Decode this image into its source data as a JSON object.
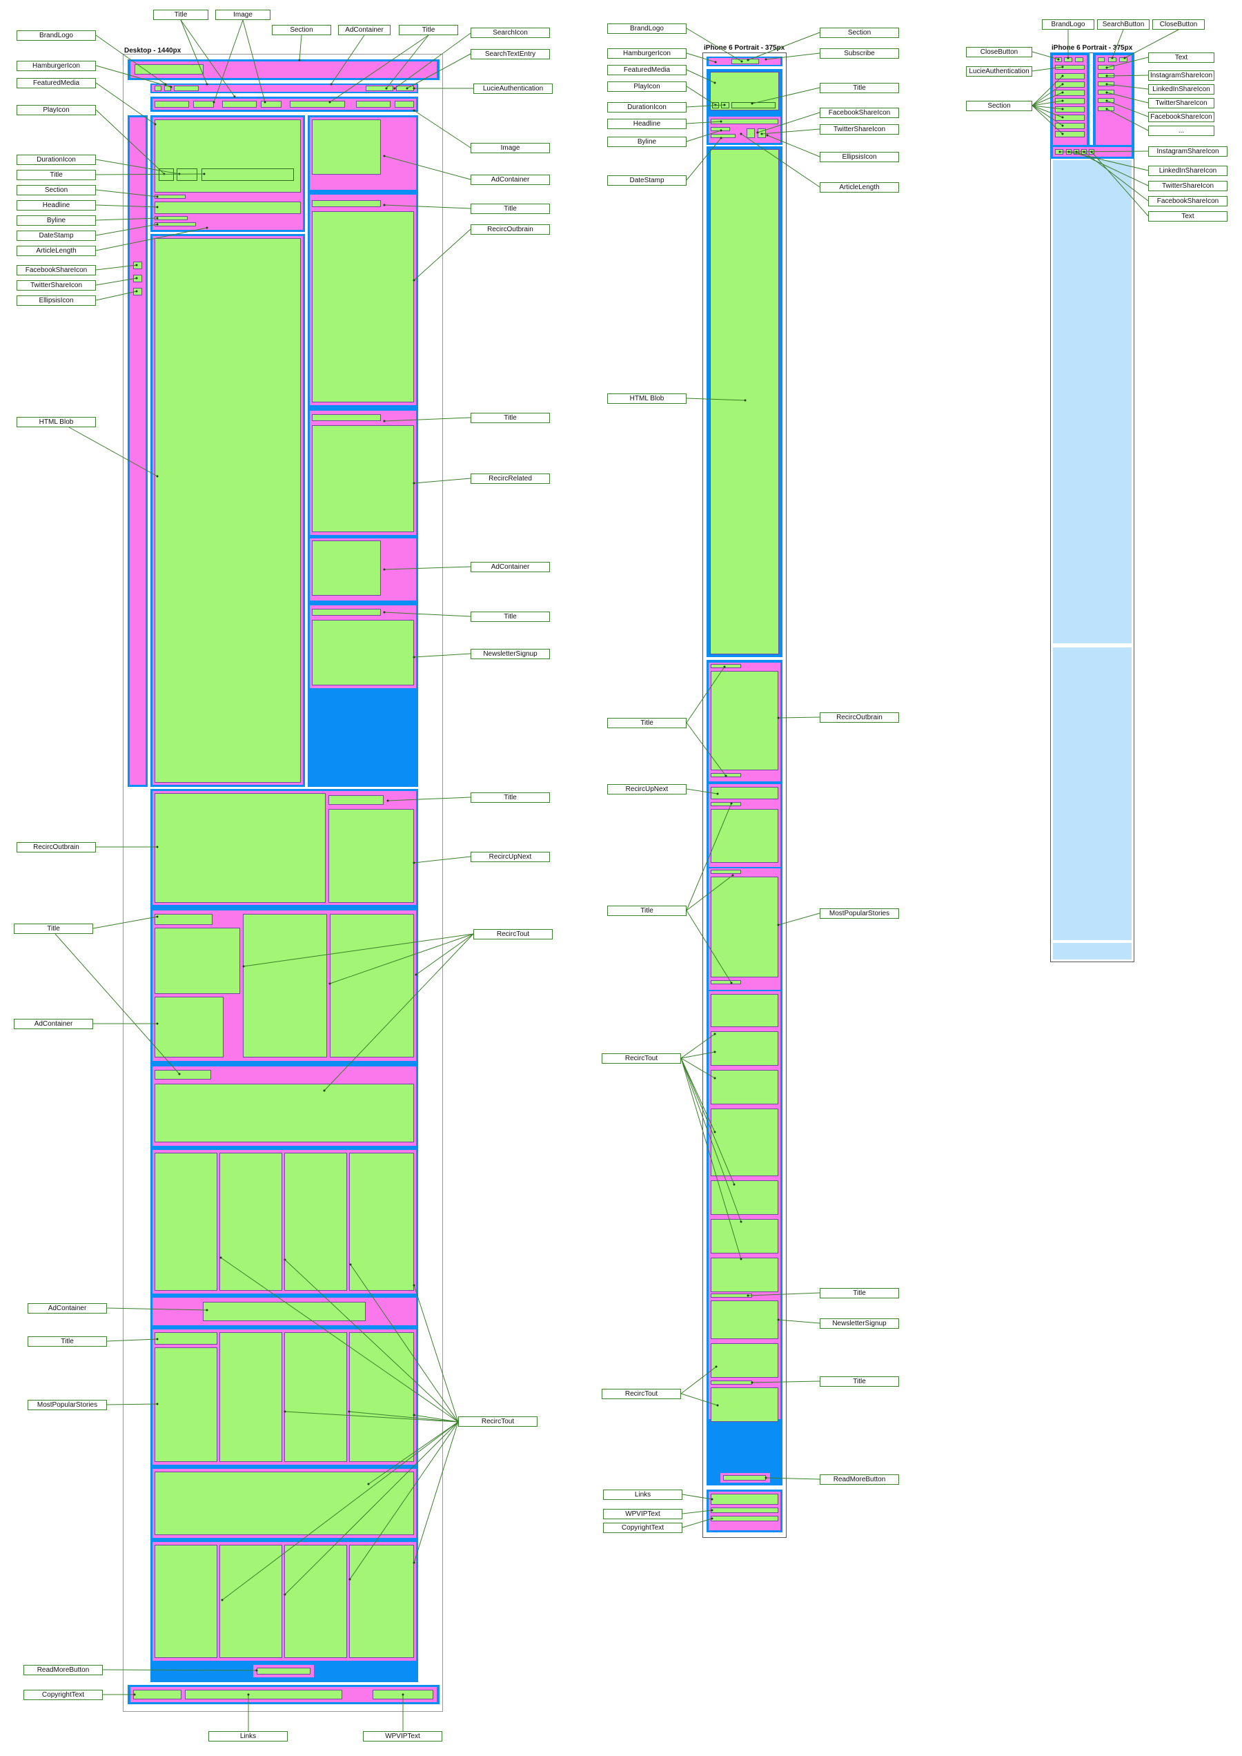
{
  "frames": {
    "desktop_title": "Desktop - 1440px",
    "mobile_title": "iPhone 6 Portrait - 375px",
    "menu_title": "iPhone 6 Portrait - 375px"
  },
  "desktop_labels_left": [
    "BrandLogo",
    "HamburgerIcon",
    "FeaturedMedia",
    "PlayIcon",
    "DurationIcon",
    "Title",
    "Section",
    "Headline",
    "Byline",
    "DateStamp",
    "ArticleLength",
    "FacebookShareIcon",
    "TwitterShareIcon",
    "EllipsisIcon",
    "HTML Blob",
    "RecircOutbrain",
    "Title",
    "AdContainer",
    "AdContainer",
    "Title",
    "MostPopularStories",
    "ReadMoreButton",
    "CopyrightText"
  ],
  "desktop_labels_top": [
    "Title",
    "Image",
    "Section",
    "AdContainer",
    "Title"
  ],
  "desktop_labels_right": [
    "SearchIcon",
    "SearchTextEntry",
    "LucieAuthentication",
    "Image",
    "AdContainer",
    "Title",
    "RecircOutbrain",
    "Title",
    "RecircRelated",
    "AdContainer",
    "Title",
    "NewsletterSignup",
    "Title",
    "RecircUpNext",
    "RecircTout",
    "RecircTout"
  ],
  "desktop_labels_bottom": [
    "Links",
    "WPVIPText"
  ],
  "mobile_labels_left": [
    "BrandLogo",
    "HamburgerIcon",
    "FeaturedMedia",
    "PlayIcon",
    "DurationIcon",
    "Headline",
    "Byline",
    "DateStamp",
    "HTML Blob",
    "Title",
    "RecircUpNext",
    "Title",
    "RecircTout",
    "RecircTout",
    "Links",
    "WPVIPText",
    "CopyrightText"
  ],
  "mobile_labels_right": [
    "Section",
    "Subscribe",
    "Title",
    "FacebookShareIcon",
    "TwitterShareIcon",
    "EllipsisIcon",
    "ArticleLength",
    "RecircOutbrain",
    "MostPopularStories",
    "Title",
    "NewsletterSignup",
    "Title",
    "ReadMoreButton"
  ],
  "menu_labels_top": [
    "BrandLogo",
    "SearchButton",
    "CloseButton"
  ],
  "menu_labels_left": [
    "CloseButton",
    "LucieAuthentication",
    "Section"
  ],
  "menu_labels_right": [
    "Text",
    "InstagramShareIcon",
    "LinkedInShareIcon",
    "TwitterShareIcon",
    "FacebookShareIcon",
    "...",
    "InstagramShareIcon",
    "LinkedInShareIcon",
    "TwitterShareIcon",
    "FacebookShareIcon",
    "Text"
  ],
  "colors": {
    "container": "#0a8ef5",
    "region": "#fb78ec",
    "component": "#a3f575",
    "overlay": "#bde2fb",
    "leader": "#3a7f2a"
  }
}
